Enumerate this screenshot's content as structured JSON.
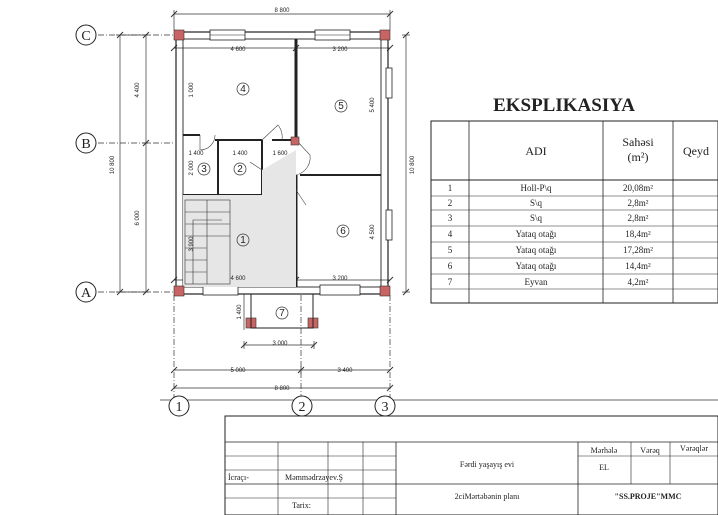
{
  "plan": {
    "dims": {
      "overall_top": "8 800",
      "top_left": "4 600",
      "top_right": "3 200",
      "bottom_left": "4 600",
      "bottom_right": "3 200",
      "left_upper": "4 400",
      "left_lower": "6 000",
      "left_total": "10 800",
      "right_total": "10 800",
      "inner_1000": "1 000",
      "inner_5400": "5 400",
      "inner_4500": "4 500",
      "inner_2000": "2 000",
      "inner_3900": "3 900",
      "sw1": "1 400",
      "sw2": "1 400",
      "sw3": "1 600",
      "porch_depth": "1 400",
      "porch_width": "3 000",
      "bot_5000": "5 000",
      "bot_3400": "3 400",
      "bot_8800": "8 800"
    },
    "axes": {
      "c": "C",
      "b": "B",
      "a": "A",
      "one": "1",
      "two": "2",
      "three": "3"
    },
    "rooms": {
      "r1": "1",
      "r2": "2",
      "r3": "3",
      "r4": "4",
      "r5": "5",
      "r6": "6",
      "r7": "7"
    }
  },
  "explication": {
    "title": "EKSPLIKASIYA",
    "headers": {
      "name": "ADI",
      "area_line1": "Sahəsi",
      "area_line2": "(m²)",
      "note": "Qeyd"
    },
    "rows": [
      {
        "no": "1",
        "name": "Holl-P\\q",
        "area": "20,08m²"
      },
      {
        "no": "2",
        "name": "S\\q",
        "area": "2,8m²"
      },
      {
        "no": "3",
        "name": "S\\q",
        "area": "2,8m²"
      },
      {
        "no": "4",
        "name": "Yataq otağı",
        "area": "18,4m²"
      },
      {
        "no": "5",
        "name": "Yataq otağı",
        "area": "17,28m²"
      },
      {
        "no": "6",
        "name": "Yataq otağı",
        "area": "14,4m²"
      },
      {
        "no": "7",
        "name": "Eyvan",
        "area": "4,2m²"
      }
    ]
  },
  "stamp": {
    "executor_label": "İcraçı-",
    "executor_name": "Məmmədrzayev.Ş",
    "date_label": "Tarix:",
    "project": "Fərdi yaşayış evi",
    "sheet_title": "2ciMərtəbənin planı",
    "stage_label": "Mərhələ",
    "sheet_label": "Vərəq",
    "sheets_label": "Vərəqlər",
    "stage_value": "EL",
    "company": "\"SS.PROJE\"MMC"
  }
}
